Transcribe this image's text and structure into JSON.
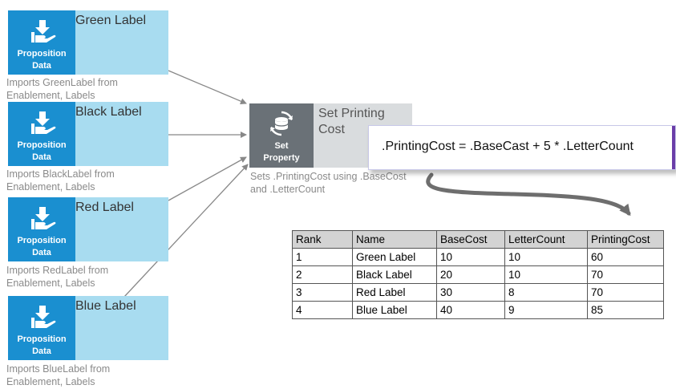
{
  "proposition_nodes": [
    {
      "title": "Green Label",
      "tile_label": "Proposition\nData",
      "description": "Imports GreenLabel from Enablement, Labels"
    },
    {
      "title": "Black Label",
      "tile_label": "Proposition\nData",
      "description": "Imports BlackLabel from Enablement, Labels"
    },
    {
      "title": "Red Label",
      "tile_label": "Proposition\nData",
      "description": "Imports RedLabel from Enablement, Labels"
    },
    {
      "title": "Blue Label",
      "tile_label": "Proposition\nData",
      "description": "Imports BlueLabel from Enablement, Labels"
    }
  ],
  "set_property_node": {
    "title": "Set Printing Cost",
    "tile_label": "Set\nProperty",
    "description": "Sets .PrintingCost using .BaseCost and .LetterCount"
  },
  "formula": ".PrintingCost = .BaseCast + 5 * .LetterCount",
  "results_table": {
    "headers": [
      "Rank",
      "Name",
      "BaseCost",
      "LetterCount",
      "PrintingCost"
    ],
    "rows": [
      [
        "1",
        "Green Label",
        "10",
        "10",
        "60"
      ],
      [
        "2",
        "Black Label",
        "20",
        "10",
        "70"
      ],
      [
        "3",
        "Red Label",
        "30",
        "8",
        "70"
      ],
      [
        "4",
        "Blue Label",
        "40",
        "9",
        "85"
      ]
    ]
  },
  "colors": {
    "proposition_tile": "#1a8fd0",
    "proposition_body": "#a8dcf0",
    "set_property_tile": "#6a7177",
    "set_property_body": "#d9dcde",
    "formula_accent": "#6a3da8",
    "connector": "#888888"
  },
  "icons": {
    "proposition": "hand-download-icon",
    "set_property": "gear-refresh-icon"
  }
}
